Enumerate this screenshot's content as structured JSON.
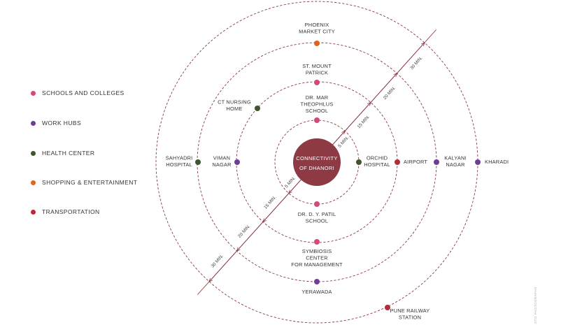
{
  "center": {
    "line1": "CONNECTIVITY",
    "line2": "OF DHANORI",
    "color": "#8e3a45"
  },
  "colors": {
    "schools": "#d4497a",
    "work": "#6c3f92",
    "health": "#3f5530",
    "shopping": "#e0641e",
    "transport": "#b22d3c",
    "ring": "#8b3a46"
  },
  "legend": [
    {
      "label": "SCHOOLS AND COLLEGES",
      "category": "schools"
    },
    {
      "label": "WORK HUBS",
      "category": "work"
    },
    {
      "label": "HEALTH CENTER",
      "category": "health"
    },
    {
      "label": "SHOPPING & ENTERTAINMENT",
      "category": "shopping"
    },
    {
      "label": "TRANSPORTATION",
      "category": "transport"
    }
  ],
  "time_labels": {
    "upper": [
      "5 MIN.",
      "15 MIN.",
      "20 MIN.",
      "30 MIN."
    ],
    "lower": [
      "5 MIN.",
      "15 MIN.",
      "20 MIN.",
      "30 MIN."
    ]
  },
  "places": [
    {
      "name": [
        "PHOENIX",
        "MARKET CITY"
      ],
      "category": "shopping"
    },
    {
      "name": [
        "ST. MOUNT",
        "PATRICK"
      ],
      "category": "schools"
    },
    {
      "name": [
        "DR. MAR",
        "THEOPHLUS",
        "SCHOOL"
      ],
      "category": "schools"
    },
    {
      "name": [
        "CT NURSING",
        "HOME"
      ],
      "category": "health"
    },
    {
      "name": [
        "SAHYADRI",
        "HOSPITAL"
      ],
      "category": "health"
    },
    {
      "name": [
        "VIMAN",
        "NAGAR"
      ],
      "category": "work"
    },
    {
      "name": [
        "ORCHID",
        "HOSPITAL"
      ],
      "category": "health"
    },
    {
      "name": [
        "AIRPORT"
      ],
      "category": "transport"
    },
    {
      "name": [
        "KALYANI",
        "NAGAR"
      ],
      "category": "work"
    },
    {
      "name": [
        "KHARADI"
      ],
      "category": "work"
    },
    {
      "name": [
        "DR. D. Y. PATIL",
        "SCHOOL"
      ],
      "category": "schools"
    },
    {
      "name": [
        "SYMBIOSIS",
        "CENTER",
        "FOR MANAGEMENT"
      ],
      "category": "schools"
    },
    {
      "name": [
        "YERAWADA"
      ],
      "category": "work"
    },
    {
      "name": [
        "PUNE RAILWAY",
        "STATION"
      ],
      "category": "transport"
    }
  ],
  "credit": "OTO PHOTOGRAPHS"
}
